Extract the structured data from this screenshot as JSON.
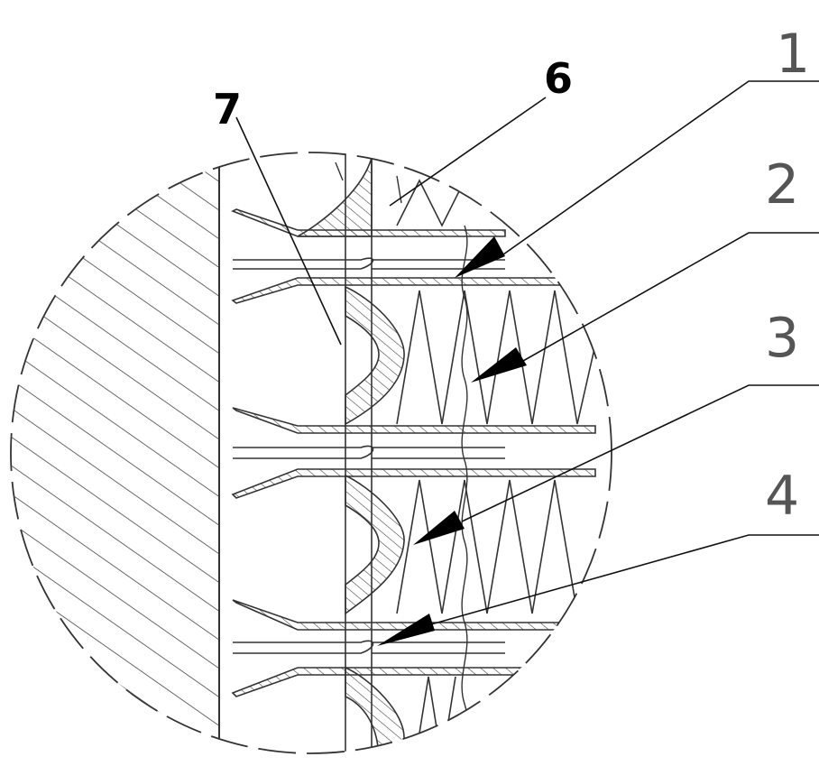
{
  "diagram": {
    "labels": {
      "l1": "1",
      "l2": "2",
      "l3": "3",
      "l4": "4",
      "l6": "6",
      "l7": "7"
    },
    "colors": {
      "line": "#333333",
      "hatch": "#444444",
      "arrow": "#000000"
    }
  }
}
